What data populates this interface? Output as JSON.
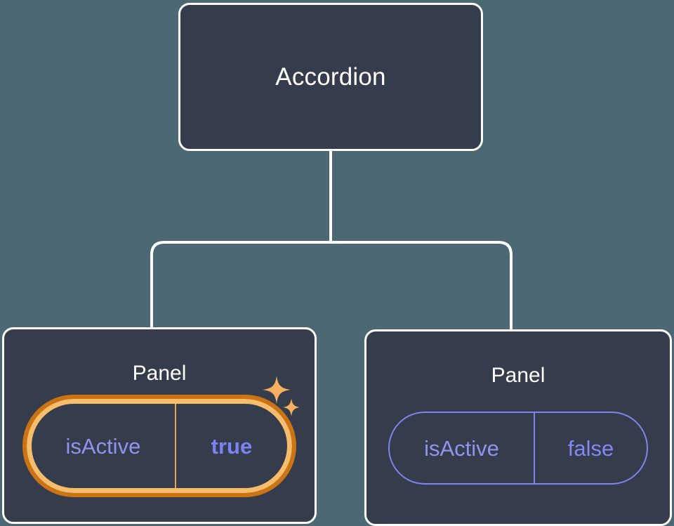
{
  "canvas": {
    "background_color": "#4c6872",
    "node_fill_color": "#353c4b",
    "node_border_color": "#ffffff",
    "connector_color": "#ffffff",
    "accent_highlight_outer": "#cc7314",
    "accent_highlight_inner": "#f7bd6b",
    "accent_prop_color": "#7d85ec",
    "sparkle_color": "#f5b160"
  },
  "tree": {
    "root": {
      "title": "Accordion"
    },
    "children": [
      {
        "title": "Panel",
        "highlighted": true,
        "sparkle_icons": [
          "sparkle-large-icon",
          "sparkle-small-icon"
        ],
        "prop": {
          "key": "isActive",
          "value": "true",
          "emphasized": true
        }
      },
      {
        "title": "Panel",
        "highlighted": false,
        "prop": {
          "key": "isActive",
          "value": "false",
          "emphasized": false
        }
      }
    ]
  }
}
